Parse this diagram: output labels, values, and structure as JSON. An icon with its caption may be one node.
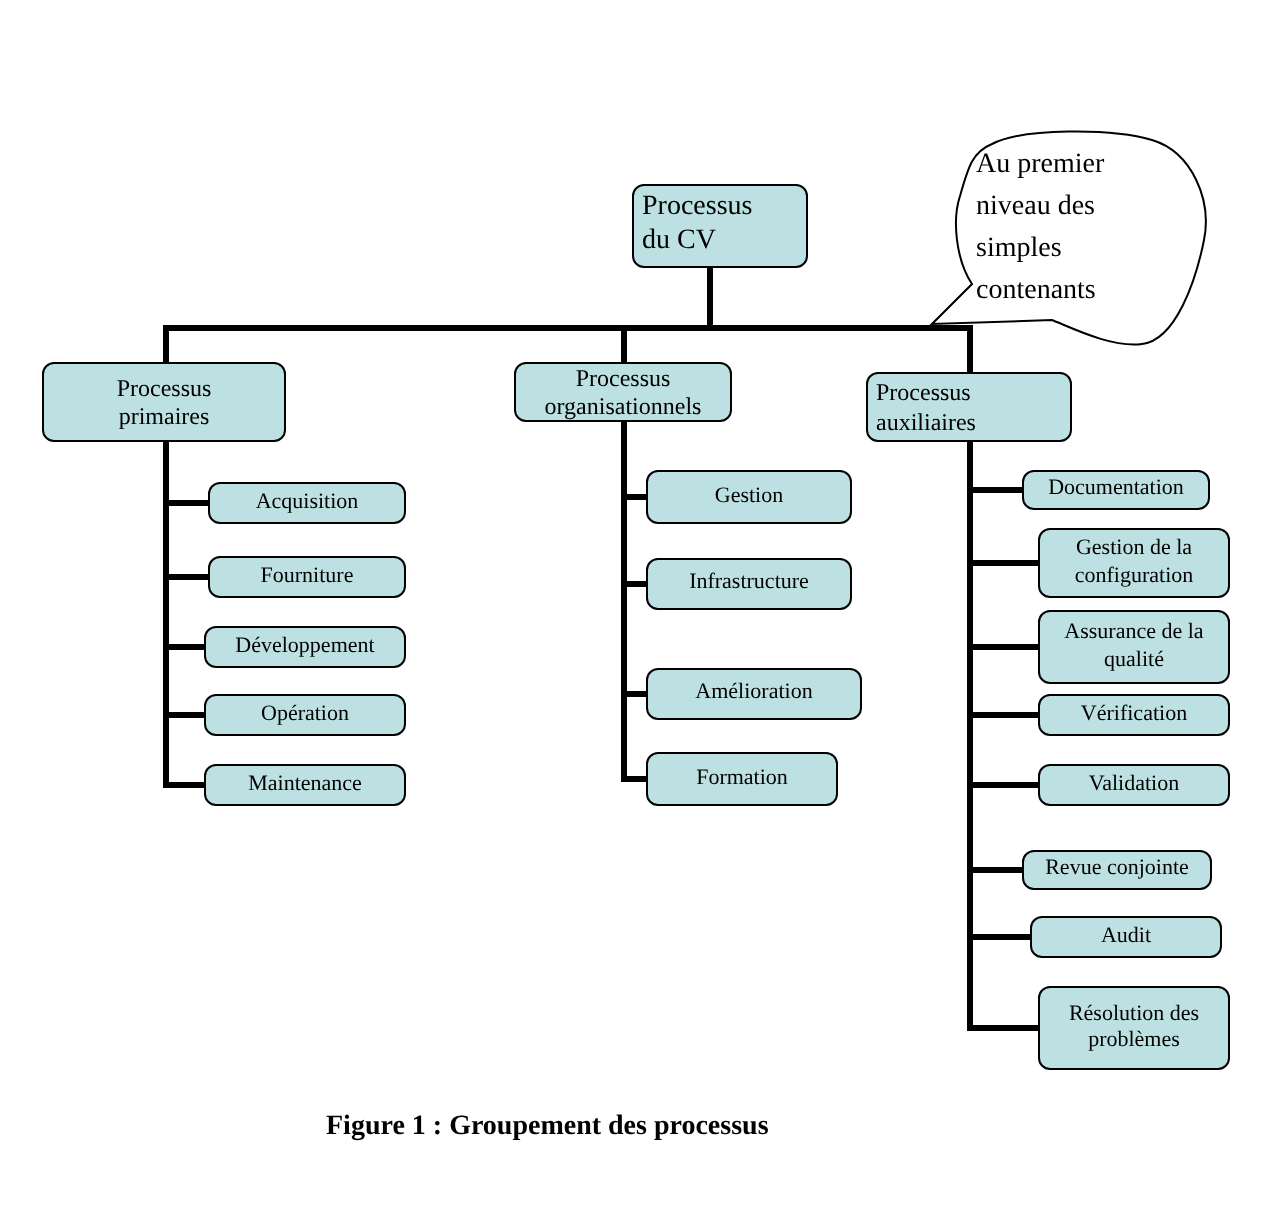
{
  "diagram": {
    "caption": "Figure 1 : Groupement des processus",
    "nodes": [
      {
        "text": [
          "Processus du CV"
        ]
      },
      {
        "text": [
          "Processus primaires"
        ]
      },
      {
        "text": [
          "Processus organisationnels"
        ]
      },
      {
        "text": [
          "Processus auxiliaires"
        ]
      },
      {
        "text": [
          "Acquisition"
        ]
      },
      {
        "text": [
          "Fourniture"
        ]
      },
      {
        "text": [
          "Développement"
        ]
      },
      {
        "text": [
          "Opération"
        ]
      },
      {
        "text": [
          "Maintenance"
        ]
      },
      {
        "text": [
          "Gestion"
        ]
      },
      {
        "text": [
          "Infrastructure"
        ]
      },
      {
        "text": [
          "Amélioration"
        ]
      },
      {
        "text": [
          "Formation"
        ]
      },
      {
        "text": [
          "Documentation"
        ]
      },
      {
        "text": [
          "Gestion de la configuration"
        ]
      },
      {
        "text": [
          "Assurance de la qualité"
        ]
      },
      {
        "text": [
          "Vérification"
        ]
      },
      {
        "text": [
          "Validation"
        ]
      },
      {
        "text": [
          "Revue conjointe"
        ]
      },
      {
        "text": [
          "Audit"
        ]
      },
      {
        "text": [
          "Résolution des problèmes"
        ]
      },
      {
        "text": [
          "Au premier niveau des simples contenants"
        ]
      }
    ],
    "edges": [
      {
        "from": 0,
        "to": 1,
        "arrow": "none"
      },
      {
        "from": 0,
        "to": 2,
        "arrow": "none"
      },
      {
        "from": 0,
        "to": 3,
        "arrow": "none"
      },
      {
        "from": 1,
        "to": 4,
        "arrow": "none"
      },
      {
        "from": 1,
        "to": 5,
        "arrow": "none"
      },
      {
        "from": 1,
        "to": 6,
        "arrow": "none"
      },
      {
        "from": 1,
        "to": 7,
        "arrow": "none"
      },
      {
        "from": 1,
        "to": 8,
        "arrow": "none"
      },
      {
        "from": 2,
        "to": 9,
        "arrow": "none"
      },
      {
        "from": 2,
        "to": 10,
        "arrow": "none"
      },
      {
        "from": 2,
        "to": 11,
        "arrow": "none"
      },
      {
        "from": 2,
        "to": 12,
        "arrow": "none"
      },
      {
        "from": 3,
        "to": 13,
        "arrow": "none"
      },
      {
        "from": 3,
        "to": 14,
        "arrow": "none"
      },
      {
        "from": 3,
        "to": 15,
        "arrow": "none"
      },
      {
        "from": 3,
        "to": 16,
        "arrow": "none"
      },
      {
        "from": 3,
        "to": 17,
        "arrow": "none"
      },
      {
        "from": 3,
        "to": 18,
        "arrow": "none"
      },
      {
        "from": 3,
        "to": 19,
        "arrow": "none"
      },
      {
        "from": 3,
        "to": 20,
        "arrow": "none"
      }
    ]
  }
}
